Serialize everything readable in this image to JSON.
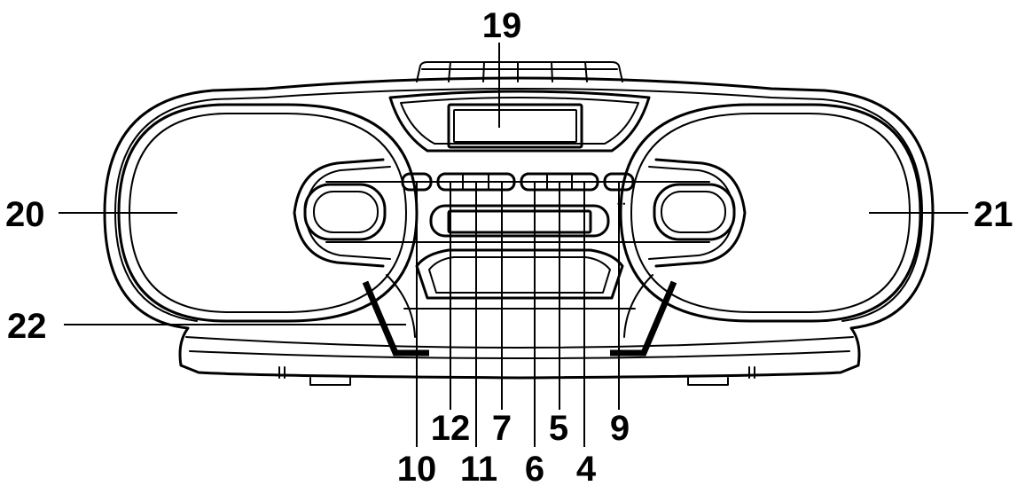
{
  "diagram": {
    "callouts": {
      "display": "19",
      "left_speaker": "20",
      "right_speaker": "21",
      "cassette_door": "22",
      "btn_a": "10",
      "btn_b": "12",
      "btn_c": "11",
      "btn_d": "7",
      "btn_e": "6",
      "btn_f": "5",
      "btn_g": "4",
      "btn_h": "9"
    },
    "dots_mark": "•••"
  }
}
